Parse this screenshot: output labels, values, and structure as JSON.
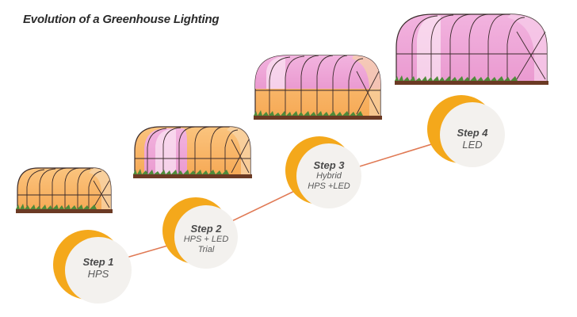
{
  "header": {
    "title": "Evolution of a Greenhouse Lighting"
  },
  "colors": {
    "hps": "#f9b868",
    "led": "#f0a8d8",
    "accent": "#f4a81b",
    "circle": "#f3f1ee",
    "connector": "#e07a55",
    "frame": "#3a2b2b",
    "soil": "#6b3a24",
    "grass": "#4f8a3a"
  },
  "steps": [
    {
      "name": "Step 1",
      "lines": [
        "HPS"
      ]
    },
    {
      "name": "Step 2",
      "lines": [
        "HPS + LED",
        "Trial"
      ]
    },
    {
      "name": "Step 3",
      "lines": [
        "Hybrid",
        "HPS +LED"
      ]
    },
    {
      "name": "Step 4",
      "lines": [
        "LED"
      ]
    }
  ]
}
